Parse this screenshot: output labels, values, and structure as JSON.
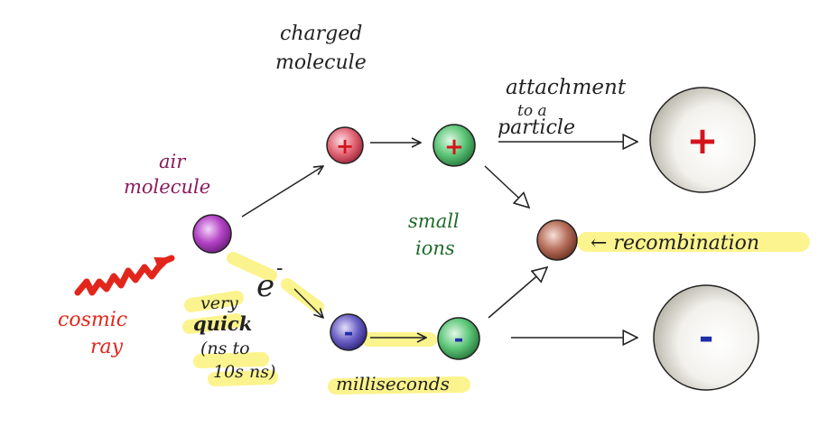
{
  "labels": {
    "charged_molecule_line1": "charged",
    "charged_molecule_line2": "molecule",
    "air_molecule_line1": "air",
    "air_molecule_line2": "molecule",
    "cosmic_ray_line1": "cosmic",
    "cosmic_ray_line2": "ray",
    "electron": "e",
    "electron_sign": "-",
    "very_quick_1": "very",
    "very_quick_2": "quick",
    "very_quick_3": "(ns to",
    "very_quick_4": "10s ns)",
    "small_ions_1": "small",
    "small_ions_2": "ions",
    "milliseconds": "milliseconds",
    "attachment_1": "attachment",
    "attachment_2": "to a",
    "attachment_3": "particle",
    "recombination": "← recombination"
  },
  "signs": {
    "positive": "+",
    "negative": "-"
  },
  "colors": {
    "cosmic_ray": "#e3261c",
    "air_molecule_label": "#8c1a5c",
    "small_ions_label": "#1f6b2a",
    "ink": "#222222",
    "highlight": "#fbf27a",
    "plus_sign": "#d4141c",
    "minus_sign": "#1f2fa8",
    "air_molecule": "#b545c8",
    "positive_charged": "#e46a7a",
    "small_ion": "#5fc87a",
    "negative_charged": "#6f63c8",
    "recombined": "#b8705c",
    "particle": "#c9c6bd"
  },
  "icons": {
    "cosmic_ray": "wavy-arrow-icon",
    "arrow": "arrow-icon"
  }
}
